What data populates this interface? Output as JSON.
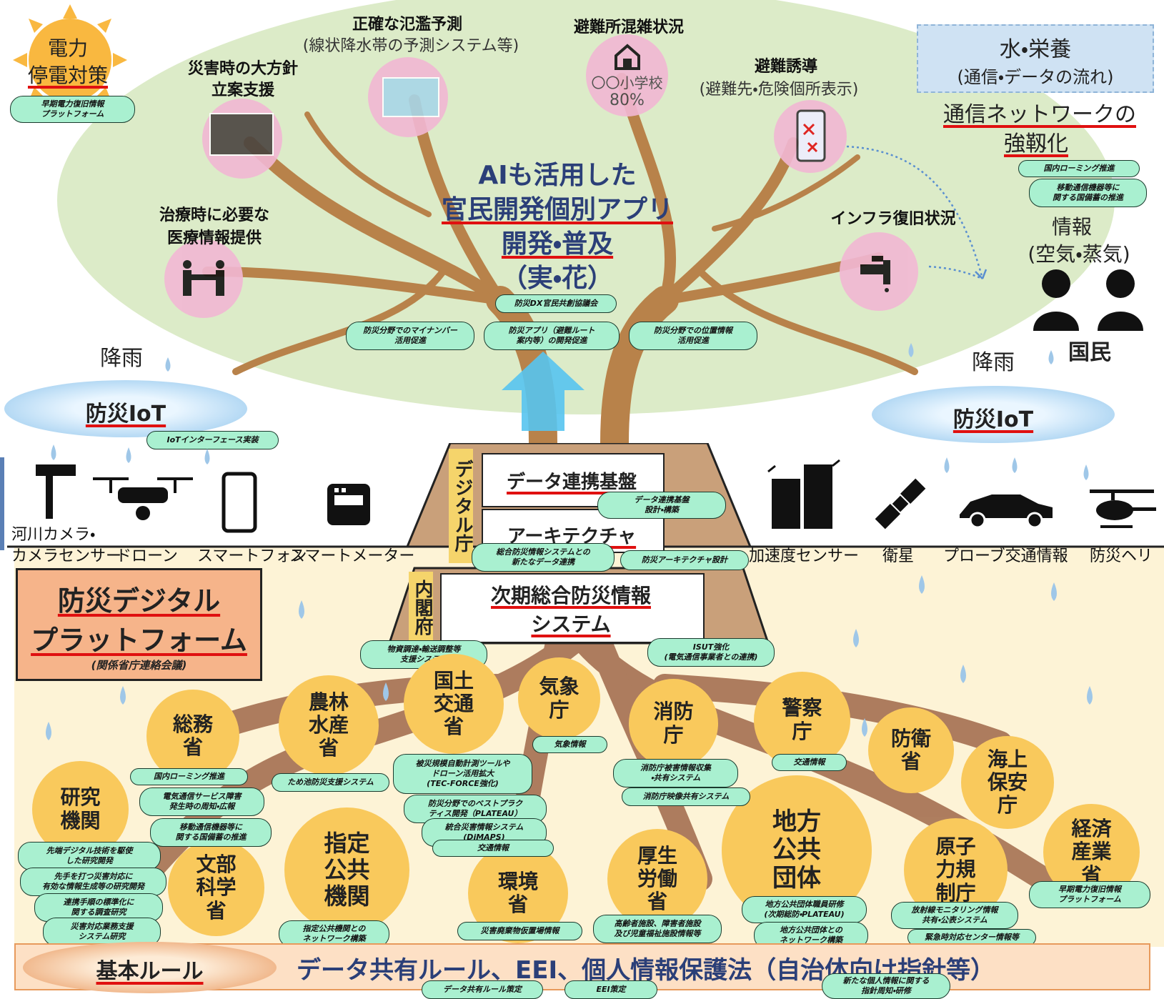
{
  "canopy": {
    "center_title": [
      "AIも活用した",
      "官民開発個別アプリ",
      "開発・普及",
      "（実・花）"
    ],
    "fruits": {
      "disaster_policy": [
        "災害時の大方針",
        "立案支援"
      ],
      "flood_forecast": "正確な氾濫予測",
      "flood_forecast_sub": "(線状降水帯の予測システム等)",
      "shelter_status": "避難所混雑状況",
      "shelter_school": "〇〇小学校",
      "shelter_percent": "80%",
      "evacuation": "避難誘導",
      "evacuation_sub": "(避難先・危険個所表示)",
      "medical": [
        "治療時に必要な",
        "医療情報提供"
      ],
      "infra": "インフラ復旧状況"
    },
    "tags": {
      "dx_council": "防災DX官民共創協議会",
      "mynumber": [
        "防災分野でのマイナンバー",
        "活用促進"
      ],
      "apps": [
        "防災アプリ（避難ルート",
        "案内等）の開発促進"
      ],
      "location": [
        "防災分野での位置情報",
        "活用促進"
      ]
    }
  },
  "power": {
    "title_1": "電力",
    "title_2": "停電対策",
    "tag": [
      "早期電力復旧情報",
      "プラットフォーム"
    ]
  },
  "water": {
    "title": "水・栄養",
    "sub": "(通信・データの流れ)",
    "network_1": "通信ネットワークの",
    "network_2": "強靱化",
    "tag1": "国内ローミング推進",
    "tag2": [
      "移動通信機器等に",
      "関する国備蓄の推進"
    ]
  },
  "citizens": {
    "info": "情報",
    "info_sub": "(空気・蒸気)",
    "label": "国民"
  },
  "iot": {
    "rain": "降雨",
    "left_title": "防災IoT",
    "right_title": "防災IoT",
    "tag": "IoTインターフェース実装"
  },
  "sensors_left": [
    "河川カメラ・",
    "カメラセンサー",
    "ドローン",
    "スマートフォン",
    "スマートメーター"
  ],
  "sensors_right": [
    "加速度センサー",
    "衛星",
    "プローブ交通情報",
    "防災ヘリ"
  ],
  "pyramid": {
    "digital_agency": "デジタル庁",
    "cabinet_office": "内閣府",
    "data_platform": "データ連携基盤",
    "architecture": "アーキテクチャ",
    "next_system_1": "次期総合防災情報",
    "next_system_2": "システム",
    "tag_platform": [
      "データ連携基盤",
      "設計・構築"
    ],
    "tag_integration": [
      "総合防災情報システムとの",
      "新たなデータ連携"
    ],
    "tag_arch": "防災アーキテクチャ設計",
    "tag_logistics": [
      "物資調達・輸送調整等",
      "支援システム"
    ],
    "tag_isut": [
      "ISUT強化",
      "(電気通信事業者との連携)"
    ]
  },
  "platform_box": {
    "line1": "防災デジタル",
    "line2": "プラットフォーム",
    "sub": "(関係省庁連絡会議)"
  },
  "orgs": {
    "soumu": "総務省",
    "norin": "農林水産省",
    "kokudo": "国土交通省",
    "kisho": "気象庁",
    "shobo": "消防庁",
    "keisatsu": "警察庁",
    "boei": "防衛省",
    "kaijo": "海上保安庁",
    "kenkyu": "研究機関",
    "monbu": "文部科学省",
    "shitei": "指定公共機関",
    "kankyo": "環境省",
    "kosei": "厚生労働省",
    "chiho": "地方公共団体",
    "genshi": "原子力規制庁",
    "keizai": "経済産業省"
  },
  "root_tags": {
    "soumu_1": "国内ローミング推進",
    "soumu_2": [
      "電気通信サービス障害",
      "発生時の周知・広報"
    ],
    "soumu_3": [
      "移動通信機器等に",
      "関する国備蓄の推進"
    ],
    "norin": "ため池防災支援システム",
    "kokudo_1": [
      "被災規模自動計測ツールや",
      "ドローン活用拡大",
      "(TEC-FORCE強化)"
    ],
    "kokudo_2": [
      "防災分野でのベストプラク",
      "ティス開発（PLATEAU）"
    ],
    "kokudo_3": [
      "統合災害情報システム",
      "(DiMAPS)"
    ],
    "kokudo_4": "交通情報",
    "kisho": "気象情報",
    "shobo_1": [
      "消防庁被害情報収集",
      "・共有システム"
    ],
    "shobo_2": "消防庁映像共有システム",
    "keisatsu": "交通情報",
    "kenkyu_1": [
      "先端デジタル技術を駆使",
      "した研究開発"
    ],
    "kenkyu_2": [
      "先手を打つ災害対応に",
      "有効な情報生成等の研究開発"
    ],
    "kenkyu_3": [
      "連携手順の標準化に",
      "関する調査研究"
    ],
    "kenkyu_4": [
      "災害対応業務支援",
      "システム研究"
    ],
    "shitei": [
      "指定公共機関との",
      "ネットワーク構築"
    ],
    "kankyo": "災害廃棄物仮置場情報",
    "kosei": [
      "高齢者施設、障害者施設",
      "及び児童福祉施設情報等"
    ],
    "chiho_1": [
      "地方公共団体職員研修",
      "(次期総防・PLATEAU)"
    ],
    "chiho_2": [
      "地方公共団体との",
      "ネットワーク構築"
    ],
    "genshi_1": [
      "放射線モニタリング情報",
      "共有・公表システム"
    ],
    "genshi_2": "緊急時対応センター情報等",
    "keizai": [
      "早期電力復旧情報",
      "プラットフォーム"
    ]
  },
  "basic_rule": {
    "label": "基本ルール",
    "text": "データ共有ルール、EEI、個人情報保護法（自治体向け指針等）",
    "tag1": "データ共有ルール策定",
    "tag2": "EEI策定",
    "tag3": [
      "新たな個人情報に関する",
      "指針周知・研修"
    ]
  },
  "icons": [
    "sun-icon",
    "school-icon",
    "smartphone-icon",
    "faucet-icon",
    "person-icon",
    "camera-icon",
    "drone-icon",
    "smart-meter-icon",
    "building-icon",
    "satellite-icon",
    "car-icon",
    "helicopter-icon",
    "raindrop-icon",
    "arrow-up-icon"
  ],
  "colors": {
    "canopy": "#dcebc8",
    "trunk": "#b8824a",
    "tag": "#a9f0d0",
    "org": "#f9c95c",
    "pink": "#f2b8d4",
    "underline": "#e01010",
    "ground": "#fdf3d6"
  }
}
